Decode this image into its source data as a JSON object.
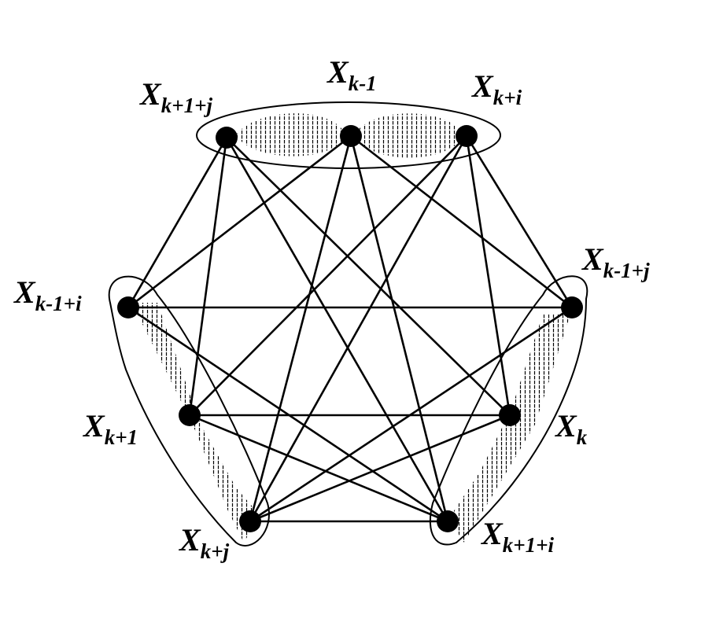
{
  "nodes": [
    {
      "id": "n1",
      "main": "X",
      "sub": "k+1+j"
    },
    {
      "id": "n2",
      "main": "X",
      "sub": "k-1"
    },
    {
      "id": "n3",
      "main": "X",
      "sub": "k+i"
    },
    {
      "id": "n4",
      "main": "X",
      "sub": "k-1+i"
    },
    {
      "id": "n5",
      "main": "X",
      "sub": "k-1+j"
    },
    {
      "id": "n6",
      "main": "X",
      "sub": "k+1"
    },
    {
      "id": "n7",
      "main": "X",
      "sub": "k"
    },
    {
      "id": "n8",
      "main": "X",
      "sub": "k+j"
    },
    {
      "id": "n9",
      "main": "X",
      "sub": "k+1+i"
    }
  ],
  "edges": [
    [
      "n1",
      "n4"
    ],
    [
      "n1",
      "n6"
    ],
    [
      "n1",
      "n7"
    ],
    [
      "n1",
      "n9"
    ],
    [
      "n2",
      "n4"
    ],
    [
      "n2",
      "n8"
    ],
    [
      "n2",
      "n9"
    ],
    [
      "n2",
      "n5"
    ],
    [
      "n3",
      "n6"
    ],
    [
      "n3",
      "n8"
    ],
    [
      "n3",
      "n5"
    ],
    [
      "n3",
      "n7"
    ],
    [
      "n4",
      "n5"
    ],
    [
      "n4",
      "n9"
    ],
    [
      "n5",
      "n8"
    ],
    [
      "n6",
      "n7"
    ],
    [
      "n6",
      "n9"
    ],
    [
      "n7",
      "n8"
    ],
    [
      "n8",
      "n9"
    ]
  ],
  "groups": [
    [
      "n1",
      "n2",
      "n3"
    ],
    [
      "n4",
      "n6",
      "n8"
    ],
    [
      "n5",
      "n7",
      "n9"
    ]
  ],
  "colors": {
    "ink": "#000000",
    "background": "#ffffff"
  }
}
